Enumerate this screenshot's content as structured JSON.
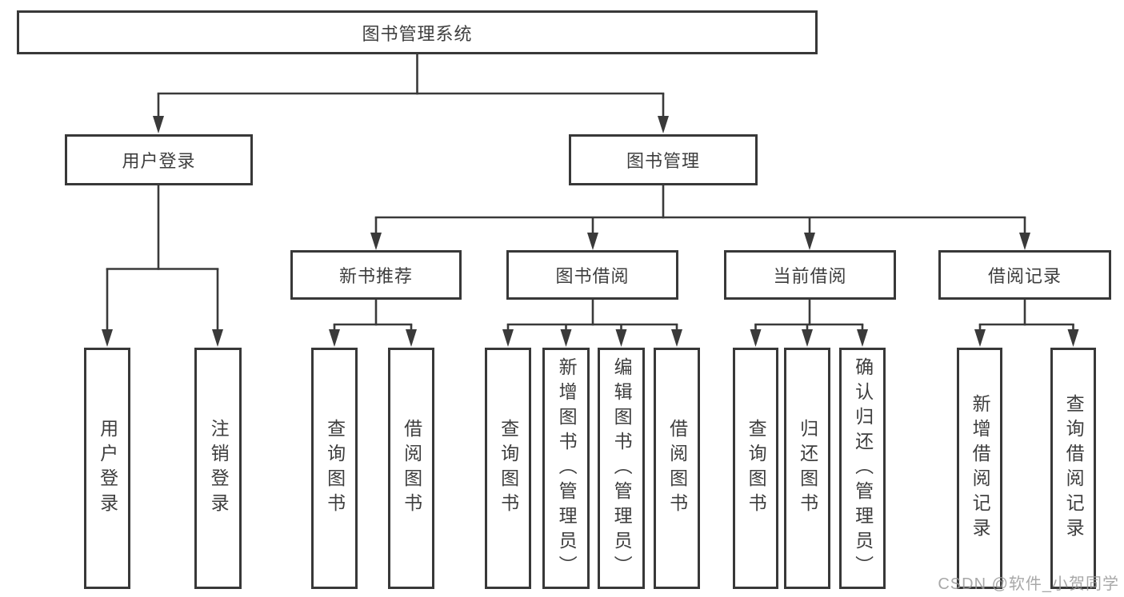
{
  "tree": {
    "label": "图书管理系统",
    "children": [
      {
        "label": "用户登录",
        "children": [
          {
            "label": "用户登录"
          },
          {
            "label": "注销登录"
          }
        ]
      },
      {
        "label": "图书管理",
        "children": [
          {
            "label": "新书推荐",
            "children": [
              {
                "label": "查询图书"
              },
              {
                "label": "借阅图书"
              }
            ]
          },
          {
            "label": "图书借阅",
            "children": [
              {
                "label": "查询图书"
              },
              {
                "label": "新增图书（管理员）"
              },
              {
                "label": "编辑图书（管理员）"
              },
              {
                "label": "借阅图书"
              }
            ]
          },
          {
            "label": "当前借阅",
            "children": [
              {
                "label": "查询图书"
              },
              {
                "label": "归还图书"
              },
              {
                "label": "确认归还（管理员）"
              }
            ]
          },
          {
            "label": "借阅记录",
            "children": [
              {
                "label": "新增借阅记录"
              },
              {
                "label": "查询借阅记录"
              }
            ]
          }
        ]
      }
    ]
  },
  "watermark": {
    "text": "CSDN @软件_小贺同学"
  },
  "colors": {
    "line": "#3a3a3a",
    "box_border": "#383838",
    "text": "#3e3e3e",
    "watermark": "#9a9a9a",
    "background": "#ffffff"
  }
}
